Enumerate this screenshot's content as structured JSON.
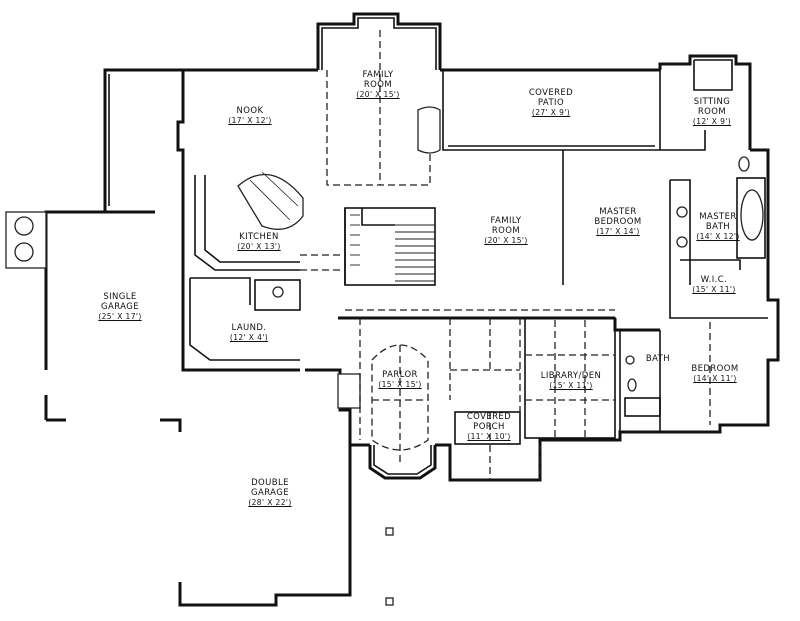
{
  "rooms": {
    "family_room_upper": {
      "name": "FAMILY\nROOM",
      "dims": "(20' X 15')"
    },
    "covered_patio": {
      "name": "COVERED\nPATIO",
      "dims": "(27' X 9')"
    },
    "sitting_room": {
      "name": "SITTING\nROOM",
      "dims": "(12' X 9')"
    },
    "nook": {
      "name": "NOOK",
      "dims": "(17' X 12')"
    },
    "kitchen": {
      "name": "KITCHEN",
      "dims": "(20' X 13')"
    },
    "family_room": {
      "name": "FAMILY\nROOM",
      "dims": "(20' X 15')"
    },
    "master_bedroom": {
      "name": "MASTER\nBEDROOM",
      "dims": "(17' X 14')"
    },
    "master_bath": {
      "name": "MASTER\nBATH",
      "dims": "(14' X 12')"
    },
    "wic": {
      "name": "W.I.C.",
      "dims": "(15' X 11')"
    },
    "single_garage": {
      "name": "SINGLE\nGARAGE",
      "dims": "(25' X 17')"
    },
    "laund": {
      "name": "LAUND.",
      "dims": "(12' X 4')"
    },
    "parlor": {
      "name": "PARLOR",
      "dims": "(15' X 15')"
    },
    "library_den": {
      "name": "LIBRARY/DEN",
      "dims": "(15' X 11')"
    },
    "bath": {
      "name": "BATH",
      "dims": ""
    },
    "bedroom": {
      "name": "BEDROOM",
      "dims": "(14' X 11')"
    },
    "covered_porch": {
      "name": "COVERED\nPORCH",
      "dims": "(11' X 10')"
    },
    "double_garage": {
      "name": "DOUBLE\nGARAGE",
      "dims": "(28' X 22')"
    }
  }
}
